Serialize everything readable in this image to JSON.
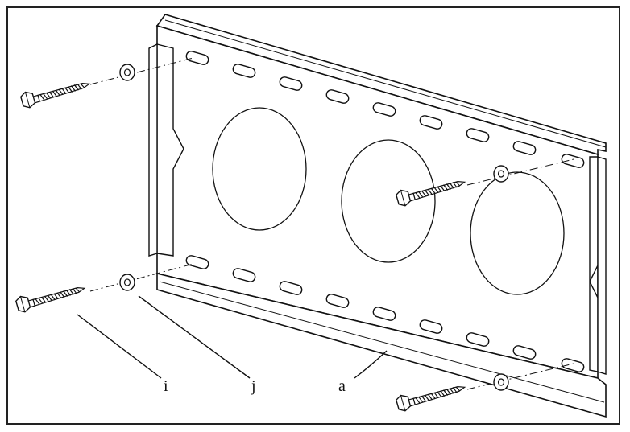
{
  "diagram": {
    "callouts": [
      {
        "id": "i"
      },
      {
        "id": "j"
      },
      {
        "id": "a"
      }
    ]
  },
  "colors": {
    "line": "#111111",
    "fill": "#ffffff"
  }
}
